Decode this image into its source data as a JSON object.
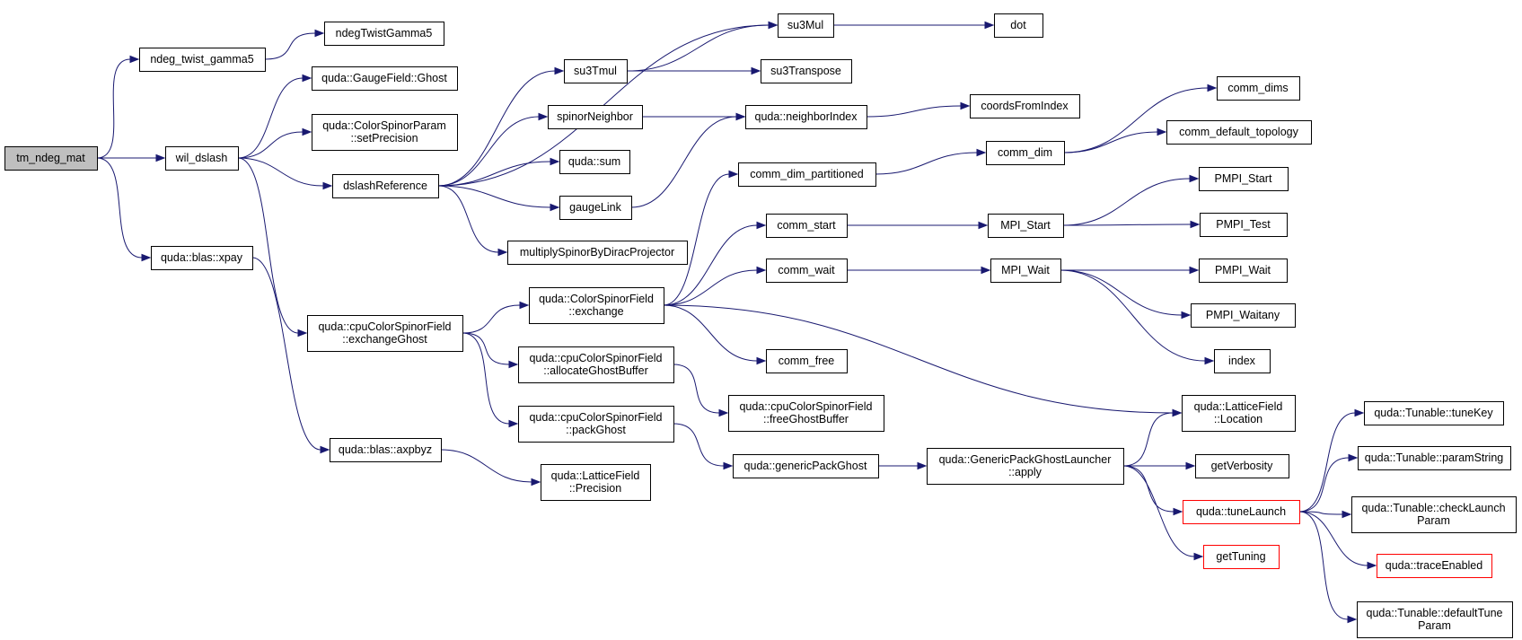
{
  "nodes": [
    {
      "id": "tm_ndeg_mat",
      "lines": [
        "tm_ndeg_mat"
      ],
      "style": "root"
    },
    {
      "id": "ndeg_twist_gamma5",
      "lines": [
        "ndeg_twist_gamma5"
      ]
    },
    {
      "id": "ndegTwistGamma5",
      "lines": [
        "ndegTwistGamma5"
      ]
    },
    {
      "id": "wil_dslash",
      "lines": [
        "wil_dslash"
      ]
    },
    {
      "id": "gaugeGhost",
      "lines": [
        "quda::GaugeField::Ghost"
      ]
    },
    {
      "id": "setPrecision",
      "lines": [
        "quda::ColorSpinorParam",
        "::setPrecision"
      ]
    },
    {
      "id": "dslashReference",
      "lines": [
        "dslashReference"
      ]
    },
    {
      "id": "blasXpay",
      "lines": [
        "quda::blas::xpay"
      ]
    },
    {
      "id": "cpuExchangeGhost",
      "lines": [
        "quda::cpuColorSpinorField",
        "::exchangeGhost"
      ]
    },
    {
      "id": "blasAxpbyz",
      "lines": [
        "quda::blas::axpbyz"
      ]
    },
    {
      "id": "su3Tmul",
      "lines": [
        "su3Tmul"
      ]
    },
    {
      "id": "spinorNeighbor",
      "lines": [
        "spinorNeighbor"
      ]
    },
    {
      "id": "qudaSum",
      "lines": [
        "quda::sum"
      ]
    },
    {
      "id": "gaugeLink",
      "lines": [
        "gaugeLink"
      ]
    },
    {
      "id": "multiplySpinor",
      "lines": [
        "multiplySpinorByDiracProjector"
      ]
    },
    {
      "id": "csfExchange",
      "lines": [
        "quda::ColorSpinorField",
        "::exchange"
      ]
    },
    {
      "id": "allocateGhostBuffer",
      "lines": [
        "quda::cpuColorSpinorField",
        "::allocateGhostBuffer"
      ]
    },
    {
      "id": "packGhost",
      "lines": [
        "quda::cpuColorSpinorField",
        "::packGhost"
      ]
    },
    {
      "id": "lfPrecision",
      "lines": [
        "quda::LatticeField",
        "::Precision"
      ]
    },
    {
      "id": "su3Mul",
      "lines": [
        "su3Mul"
      ]
    },
    {
      "id": "su3Transpose",
      "lines": [
        "su3Transpose"
      ]
    },
    {
      "id": "neighborIndex",
      "lines": [
        "quda::neighborIndex"
      ]
    },
    {
      "id": "commDimPartitioned",
      "lines": [
        "comm_dim_partitioned"
      ]
    },
    {
      "id": "commStart",
      "lines": [
        "comm_start"
      ]
    },
    {
      "id": "commWait",
      "lines": [
        "comm_wait"
      ]
    },
    {
      "id": "commFree",
      "lines": [
        "comm_free"
      ]
    },
    {
      "id": "freeGhostBuffer",
      "lines": [
        "quda::cpuColorSpinorField",
        "::freeGhostBuffer"
      ]
    },
    {
      "id": "genericPackGhost",
      "lines": [
        "quda::genericPackGhost"
      ]
    },
    {
      "id": "dot",
      "lines": [
        "dot"
      ]
    },
    {
      "id": "coordsFromIndex",
      "lines": [
        "coordsFromIndex"
      ]
    },
    {
      "id": "commDim",
      "lines": [
        "comm_dim"
      ]
    },
    {
      "id": "mpiStart",
      "lines": [
        "MPI_Start"
      ]
    },
    {
      "id": "mpiWait",
      "lines": [
        "MPI_Wait"
      ]
    },
    {
      "id": "launcherApply",
      "lines": [
        "quda::GenericPackGhostLauncher",
        "::apply"
      ]
    },
    {
      "id": "commDims",
      "lines": [
        "comm_dims"
      ]
    },
    {
      "id": "commDefaultTopology",
      "lines": [
        "comm_default_topology"
      ]
    },
    {
      "id": "pmpiStart",
      "lines": [
        "PMPI_Start"
      ]
    },
    {
      "id": "pmpiTest",
      "lines": [
        "PMPI_Test"
      ]
    },
    {
      "id": "pmpiWait",
      "lines": [
        "PMPI_Wait"
      ]
    },
    {
      "id": "pmpiWaitany",
      "lines": [
        "PMPI_Waitany"
      ]
    },
    {
      "id": "index",
      "lines": [
        "index"
      ]
    },
    {
      "id": "lfLocation",
      "lines": [
        "quda::LatticeField",
        "::Location"
      ]
    },
    {
      "id": "getVerbosity",
      "lines": [
        "getVerbosity"
      ]
    },
    {
      "id": "tuneLaunch",
      "lines": [
        "quda::tuneLaunch"
      ],
      "style": "red"
    },
    {
      "id": "getTuning",
      "lines": [
        "getTuning"
      ],
      "style": "red"
    },
    {
      "id": "tuneKey",
      "lines": [
        "quda::Tunable::tuneKey"
      ]
    },
    {
      "id": "paramString",
      "lines": [
        "quda::Tunable::paramString"
      ]
    },
    {
      "id": "checkLaunchParam",
      "lines": [
        "quda::Tunable::checkLaunch",
        "Param"
      ]
    },
    {
      "id": "traceEnabled",
      "lines": [
        "quda::traceEnabled"
      ],
      "style": "red"
    },
    {
      "id": "defaultTuneParam",
      "lines": [
        "quda::Tunable::defaultTune",
        "Param"
      ]
    }
  ],
  "edges": [
    [
      "tm_ndeg_mat",
      "ndeg_twist_gamma5"
    ],
    [
      "tm_ndeg_mat",
      "wil_dslash"
    ],
    [
      "tm_ndeg_mat",
      "blasXpay"
    ],
    [
      "ndeg_twist_gamma5",
      "ndegTwistGamma5"
    ],
    [
      "wil_dslash",
      "gaugeGhost"
    ],
    [
      "wil_dslash",
      "setPrecision"
    ],
    [
      "wil_dslash",
      "dslashReference"
    ],
    [
      "wil_dslash",
      "cpuExchangeGhost"
    ],
    [
      "blasXpay",
      "blasAxpbyz"
    ],
    [
      "dslashReference",
      "su3Mul"
    ],
    [
      "dslashReference",
      "su3Tmul"
    ],
    [
      "dslashReference",
      "spinorNeighbor"
    ],
    [
      "dslashReference",
      "qudaSum"
    ],
    [
      "dslashReference",
      "gaugeLink"
    ],
    [
      "dslashReference",
      "multiplySpinor"
    ],
    [
      "su3Tmul",
      "su3Mul"
    ],
    [
      "su3Tmul",
      "su3Transpose"
    ],
    [
      "su3Mul",
      "dot"
    ],
    [
      "spinorNeighbor",
      "neighborIndex"
    ],
    [
      "gaugeLink",
      "neighborIndex"
    ],
    [
      "neighborIndex",
      "coordsFromIndex"
    ],
    [
      "cpuExchangeGhost",
      "csfExchange"
    ],
    [
      "cpuExchangeGhost",
      "allocateGhostBuffer"
    ],
    [
      "cpuExchangeGhost",
      "packGhost"
    ],
    [
      "blasAxpbyz",
      "lfPrecision"
    ],
    [
      "csfExchange",
      "commDimPartitioned"
    ],
    [
      "csfExchange",
      "commStart"
    ],
    [
      "csfExchange",
      "commWait"
    ],
    [
      "csfExchange",
      "commFree"
    ],
    [
      "csfExchange",
      "lfLocation"
    ],
    [
      "allocateGhostBuffer",
      "freeGhostBuffer"
    ],
    [
      "packGhost",
      "genericPackGhost"
    ],
    [
      "commDimPartitioned",
      "commDim"
    ],
    [
      "commDim",
      "commDims"
    ],
    [
      "commDim",
      "commDefaultTopology"
    ],
    [
      "commStart",
      "mpiStart"
    ],
    [
      "mpiStart",
      "pmpiStart"
    ],
    [
      "mpiStart",
      "pmpiTest"
    ],
    [
      "commWait",
      "mpiWait"
    ],
    [
      "mpiWait",
      "pmpiWait"
    ],
    [
      "mpiWait",
      "pmpiWaitany"
    ],
    [
      "mpiWait",
      "index"
    ],
    [
      "genericPackGhost",
      "launcherApply"
    ],
    [
      "launcherApply",
      "lfLocation"
    ],
    [
      "launcherApply",
      "getVerbosity"
    ],
    [
      "launcherApply",
      "tuneLaunch"
    ],
    [
      "launcherApply",
      "getTuning"
    ],
    [
      "tuneLaunch",
      "tuneKey"
    ],
    [
      "tuneLaunch",
      "paramString"
    ],
    [
      "tuneLaunch",
      "checkLaunchParam"
    ],
    [
      "tuneLaunch",
      "traceEnabled"
    ],
    [
      "tuneLaunch",
      "defaultTuneParam"
    ]
  ],
  "colors": {
    "edge": "#191970",
    "node_border": "#000000",
    "root_fill": "#bfbfbf",
    "truncated_border": "#ff0000",
    "background": "#ffffff"
  }
}
